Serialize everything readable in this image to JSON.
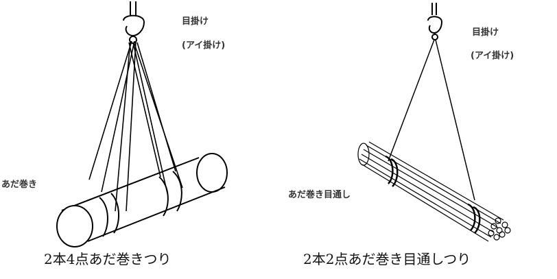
{
  "left_figure": {
    "hitch_label_line1": "目掛け",
    "hitch_label_line2": "(アイ掛け)",
    "wrap_label": "あだ巻き",
    "caption": "2本4点あだ巻きつり"
  },
  "right_figure": {
    "hitch_label_line1": "目掛け",
    "hitch_label_line2": "(アイ掛け)",
    "wrap_label": "あだ巻き目通し",
    "caption": "2本2点あだ巻き目通しつり"
  }
}
